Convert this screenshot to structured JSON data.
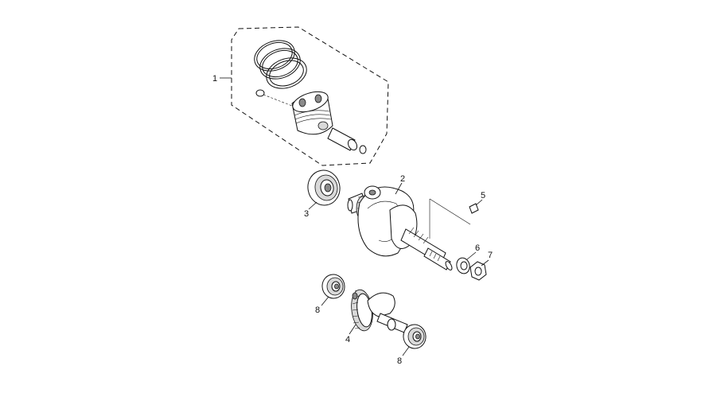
{
  "callouts": {
    "piston_assembly": "1",
    "crankshaft": "2",
    "bearing_main": "3",
    "balancer_shaft": "4",
    "woodruff_key": "5",
    "washer": "6",
    "nut": "7",
    "bearing_balancer_left": "8",
    "bearing_balancer_right": "8"
  }
}
